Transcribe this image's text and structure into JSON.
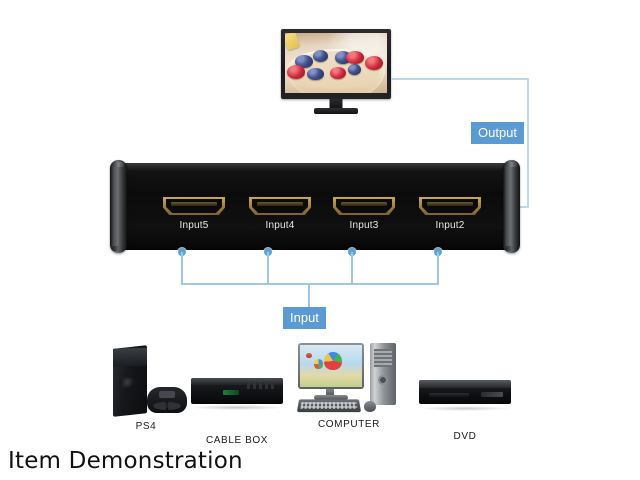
{
  "page": {
    "background_color": "#ffffff",
    "caption": "Item Demonstration",
    "accent_color": "#5b9bd5",
    "line_color": "#9dc7e4"
  },
  "display": {
    "name": "tv-monitor",
    "screen_content": "bowl of berries with blueberries, raspberries and pineapple"
  },
  "connections": {
    "output": {
      "label": "Output",
      "badge_color": "#5b9bd5",
      "text_color": "#ffffff"
    },
    "input": {
      "label": "Input",
      "badge_color": "#5b9bd5",
      "text_color": "#ffffff"
    },
    "node_color": "#5ba3d9"
  },
  "switch": {
    "name": "hdmi-switch",
    "ports": [
      {
        "label": "Input5"
      },
      {
        "label": "Input4"
      },
      {
        "label": "Input3"
      },
      {
        "label": "Input2"
      }
    ]
  },
  "sources": [
    {
      "label": "PS4",
      "icon": "game-console-icon"
    },
    {
      "label": "CABLE BOX",
      "icon": "set-top-box-icon"
    },
    {
      "label": "COMPUTER",
      "icon": "desktop-computer-icon"
    },
    {
      "label": "DVD",
      "icon": "dvd-player-icon"
    }
  ]
}
